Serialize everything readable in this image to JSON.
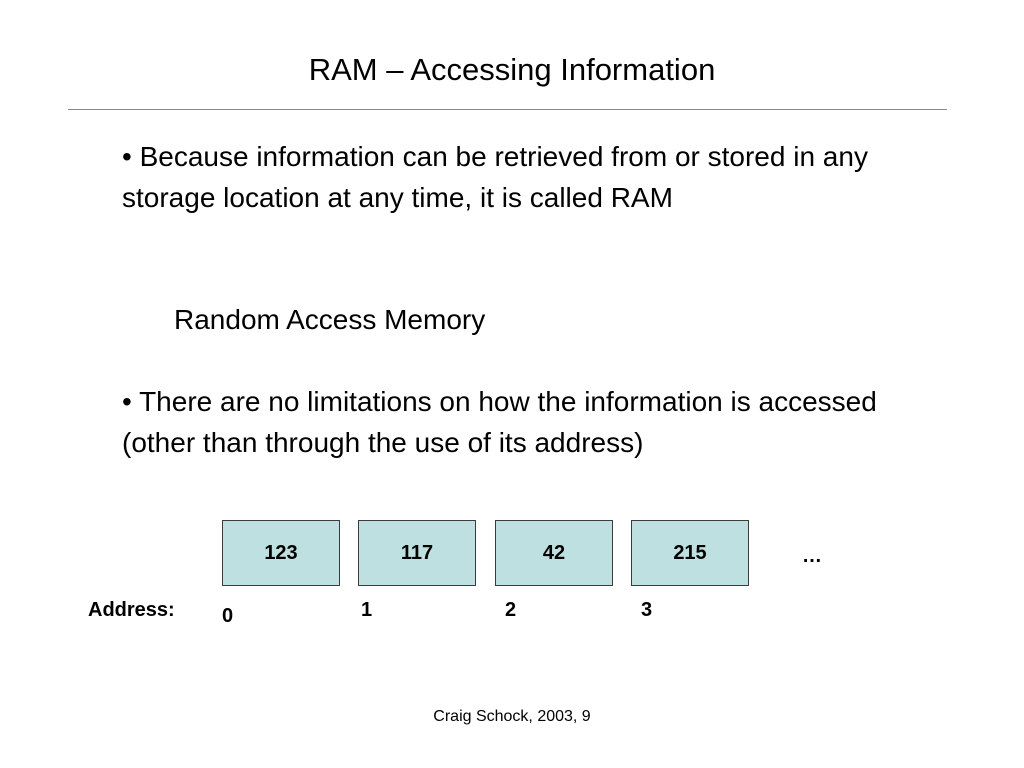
{
  "slide": {
    "title": "RAM – Accessing Information",
    "bullet1": "• Because information can be retrieved from or stored in any storage location at any time, it is called RAM",
    "term": "Random Access Memory",
    "bullet2": "• There are no limitations on how the information is accessed (other than through the use of its address)"
  },
  "memory": {
    "cells": [
      "123",
      "117",
      "42",
      "215"
    ],
    "ellipsis": "…",
    "address_label": "Address:",
    "addresses": [
      "0",
      "1",
      "2",
      "3"
    ]
  },
  "footer": "Craig Schock, 2003, 9"
}
